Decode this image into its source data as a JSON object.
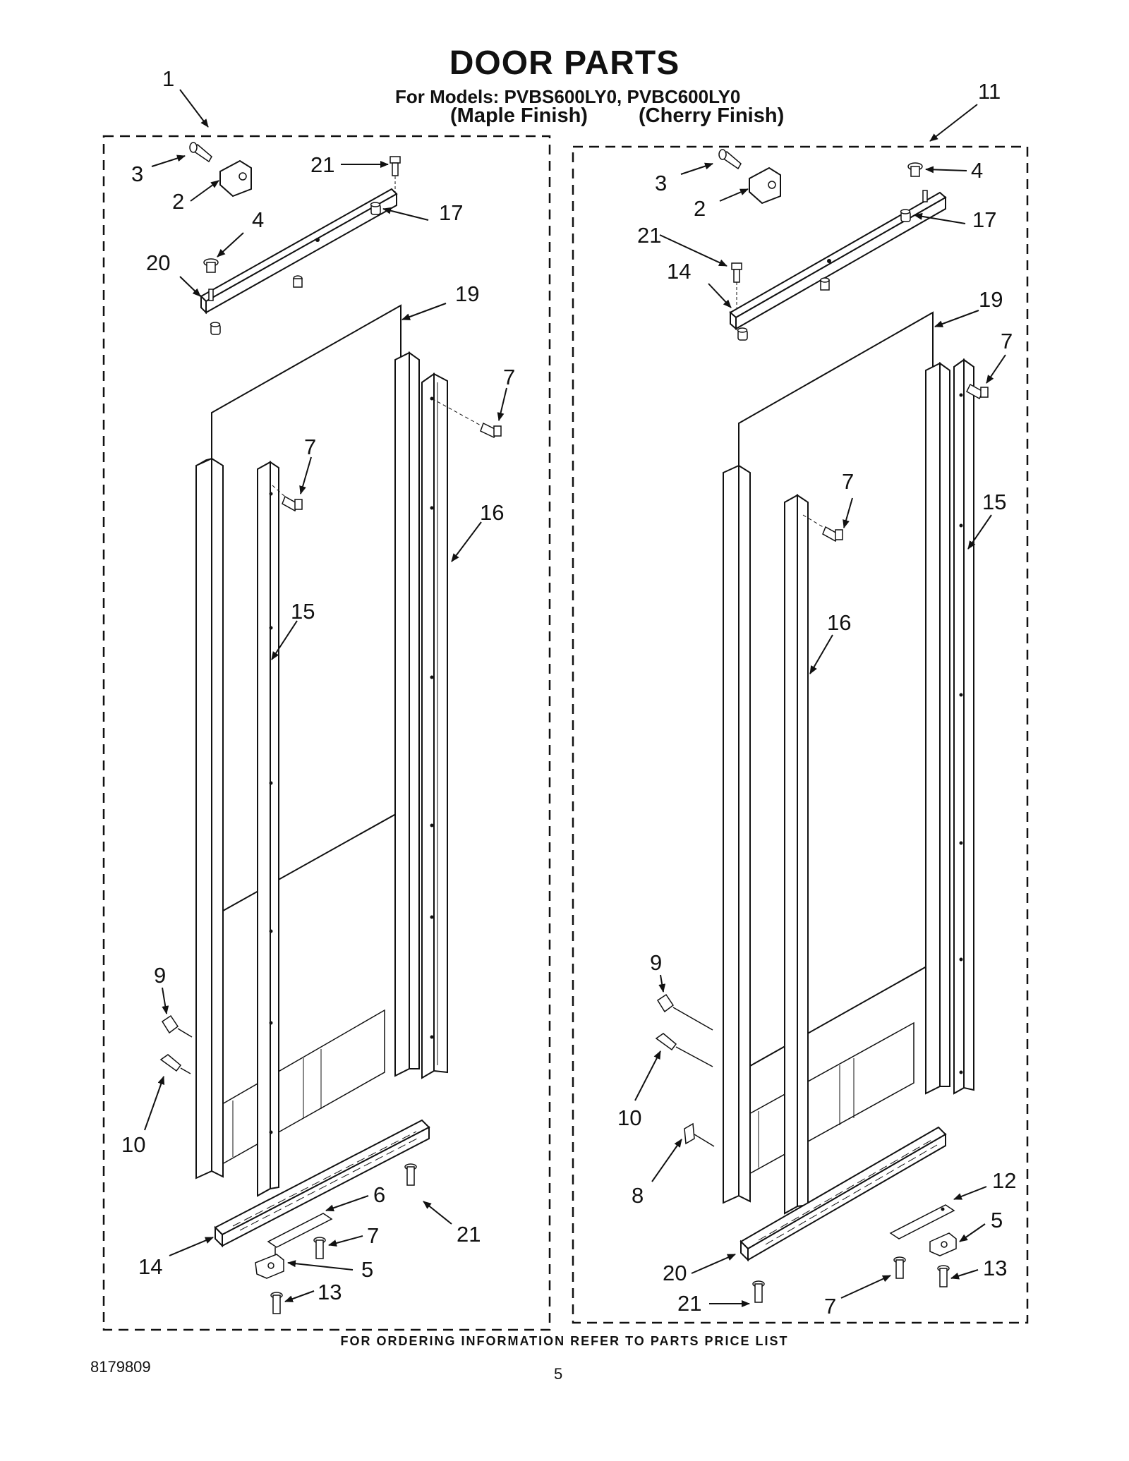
{
  "title": "DOOR PARTS",
  "models_line": "For Models: PVBS600LY0, PVBC600LY0",
  "finish_maple": "(Maple Finish)",
  "finish_cherry": "(Cherry Finish)",
  "footer_note": "FOR ORDERING INFORMATION REFER TO PARTS PRICE LIST",
  "doc_number": "8179809",
  "page_number": "5",
  "left_assembly": {
    "assembly": "1",
    "hinge_screw": "3",
    "hinge": "2",
    "top_screw": "21",
    "bushing": "4",
    "spacer": "17",
    "top_bracket": "20",
    "panel": "19",
    "side_screw": "7",
    "trim_right": "16",
    "handle_screw": "7",
    "handle": "15",
    "plug": "9",
    "plug_screw": "10",
    "bottom_screw": "21",
    "plate": "6",
    "plate_screw": "7",
    "bottom_bracket": "14",
    "hinge_bottom": "5",
    "hinge_bottom_screw": "13"
  },
  "right_assembly": {
    "assembly": "11",
    "hinge_screw": "3",
    "hinge": "2",
    "bushing": "4",
    "top_screw": "21",
    "spacer": "17",
    "top_bracket": "14",
    "panel": "19",
    "side_screw": "7",
    "handle_screw": "7",
    "trim_right": "15",
    "handle": "16",
    "plug": "9",
    "plug_screw": "10",
    "clip": "8",
    "plate": "12",
    "hinge_bottom": "5",
    "hinge_bottom_screw": "13",
    "bottom_bracket": "20",
    "bottom_screw": "21",
    "plate_screw": "7"
  }
}
